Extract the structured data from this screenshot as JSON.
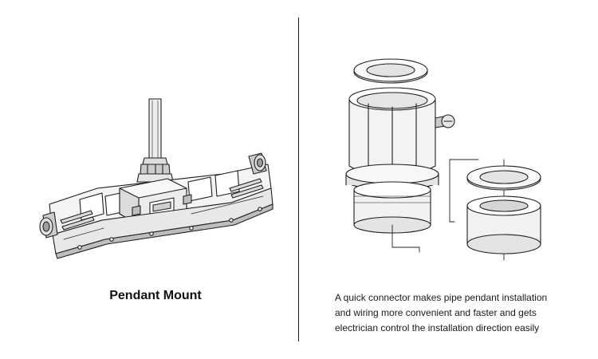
{
  "pendant": {
    "title": "Pendant Mount"
  },
  "connector": {
    "description_lines": [
      "A quick connector makes pipe pendant installation",
      "and wiring more convenient and faster and gets",
      "electrician control the installation direction easily"
    ]
  },
  "colors": {
    "line": "#1f1f1f",
    "body_fill": "#f2f2f2",
    "shadow_fill": "#d9d9d9",
    "dark_fill": "#bfbfbf"
  },
  "icons": {
    "fixture": "pendant-fixture-icon",
    "connector": "quick-connector-icon"
  }
}
